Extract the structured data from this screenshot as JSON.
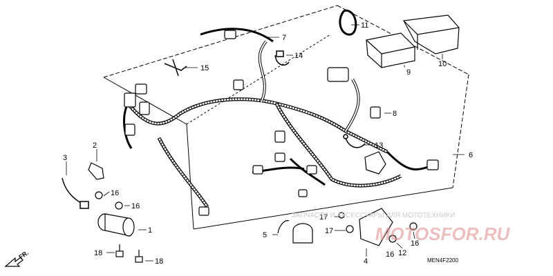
{
  "callouts": [
    "1",
    "2",
    "3",
    "4",
    "5",
    "6",
    "7",
    "8",
    "9",
    "10",
    "11",
    "12",
    "13",
    "14",
    "15",
    "16",
    "16",
    "16",
    "17",
    "17",
    "18",
    "18",
    "16"
  ],
  "diagram_code": "MEN4F2200",
  "watermark": {
    "text": "ЗАПЧАСТИ И АКСЕССУАРЫ ДЛЯ МОТОТЕХНИКИ",
    "logo": "MOTOSFOR.RU"
  },
  "direction_label": "FR."
}
